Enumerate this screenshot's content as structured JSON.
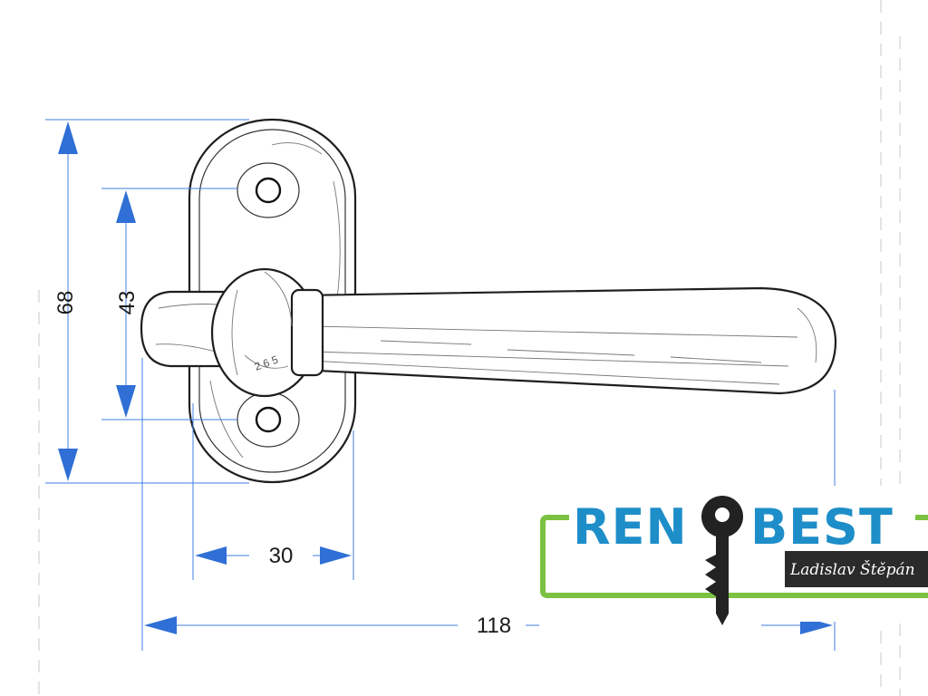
{
  "dimensions": {
    "total_height": "68",
    "hole_spacing": "43",
    "plate_width": "30",
    "total_length": "118"
  },
  "logo": {
    "name_left": "REN",
    "name_right": "BEST",
    "subtitle": "Ladislav Štěpán",
    "colors": {
      "text": "#1e8ec9",
      "frame": "#7cc242",
      "key": "#222222",
      "subtitle_bg": "#2b2b2b"
    }
  },
  "icons": [
    "key-icon",
    "screw-hole-icon"
  ],
  "colors": {
    "dimension": "#2f6fd6",
    "outline": "#1e1e1e"
  }
}
